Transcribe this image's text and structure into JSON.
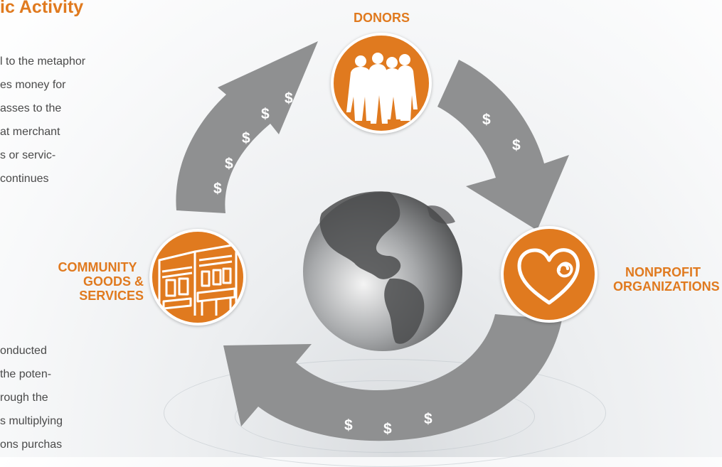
{
  "heading": "ic Activity",
  "paragraph_top": [
    "l to the metaphor",
    "es money for",
    "asses to the",
    "at merchant",
    "s or servic-",
    "continues"
  ],
  "paragraph_bottom": [
    "onducted",
    "the poten-",
    "rough the",
    "s multiplying",
    "ons purchas"
  ],
  "nodes": {
    "donors": {
      "label": "DONORS"
    },
    "nonprofits": {
      "label_line1": "NONPROFIT",
      "label_line2": "ORGANIZATIONS"
    },
    "community": {
      "label_line1": "COMMUNITY",
      "label_line2": "GOODS & SERVICES"
    }
  },
  "dollar_symbol": "$",
  "colors": {
    "accent": "#e07a1f",
    "arrow": "#8f9091",
    "text": "#4a4a4a"
  },
  "icons": [
    "people-silhouette-icon",
    "heart-swirl-icon",
    "storefront-icon",
    "globe-icon"
  ]
}
